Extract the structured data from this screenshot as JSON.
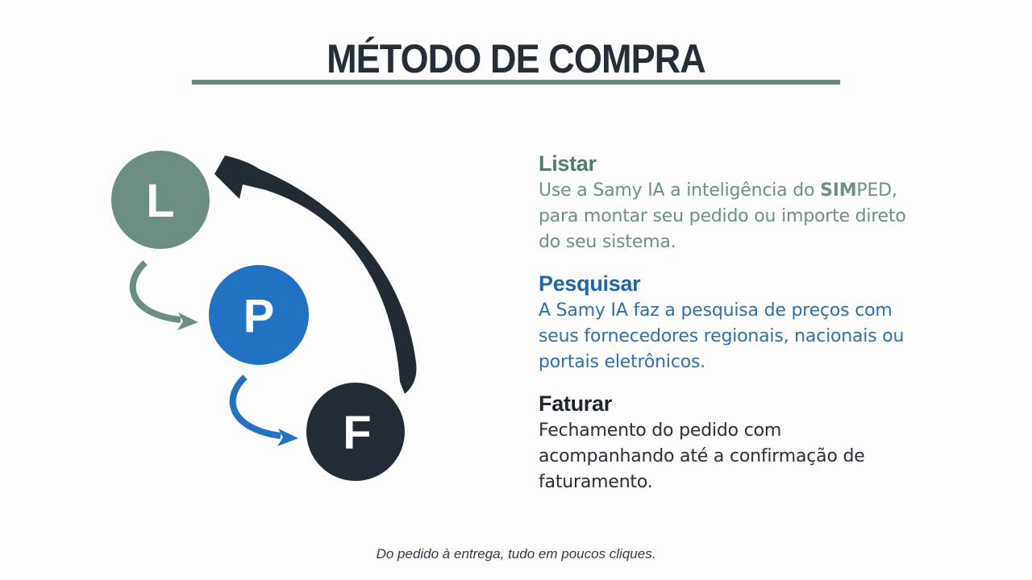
{
  "title": "MÉTODO DE COMPRA",
  "colors": {
    "title_text": "#252d37",
    "title_rule": "#68897e",
    "green_node": "#6b8e84",
    "green_heading": "#4f7c71",
    "green_body": "#6d9086",
    "blue_node": "#2272c3",
    "blue_heading": "#1e66aa",
    "blue_body": "#2d70ad",
    "dark_node": "#232b35",
    "dark_arrow": "#222a34",
    "background": "#fdfdfd"
  },
  "diagram": {
    "nodes": [
      {
        "id": "listar",
        "letter": "L",
        "color": "#6b8e84"
      },
      {
        "id": "pesquisar",
        "letter": "P",
        "color": "#2272c3"
      },
      {
        "id": "faturar",
        "letter": "F",
        "color": "#232b35"
      }
    ],
    "arrows": [
      {
        "from": "L",
        "to": "P",
        "color": "#6b8e84"
      },
      {
        "from": "P",
        "to": "F",
        "color": "#2272c3"
      },
      {
        "from": "F",
        "to": "L",
        "color": "#222a34"
      }
    ]
  },
  "sections": [
    {
      "heading": "Listar",
      "body_prefix": "Use a Samy IA a inteligência do ",
      "body_bold": "SIM",
      "body_suffix": "PED, para montar seu pedido ou importe direto do seu sistema."
    },
    {
      "heading": "Pesquisar",
      "body": "A Samy IA faz a pesquisa de preços com seus fornecedores regionais, nacionais ou portais eletrônicos."
    },
    {
      "heading": "Faturar",
      "body": "Fechamento do pedido com acompanhando até a confirmação de faturamento."
    }
  ],
  "footer": "Do pedido à entrega, tudo em poucos cliques."
}
